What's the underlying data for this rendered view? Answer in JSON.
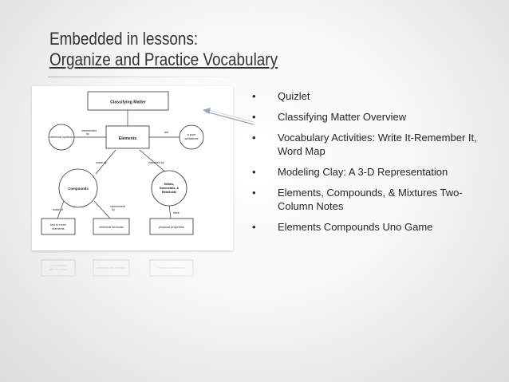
{
  "slide": {
    "title_line1": "Embedded in lessons:",
    "title_line2": "Organize and Practice Vocabulary"
  },
  "diagram": {
    "top_box": "Classifying Matter",
    "center_box": "Elements",
    "left_circle": "chemical symbols",
    "right_circle_line1": "a pure",
    "right_circle_line2": "substance",
    "compounds_circle": "Compounds",
    "metals_circle_line1": "Metals,",
    "metals_circle_line2": "Nonmetals, &",
    "metals_circle_line3": "Metalloids",
    "box_two_or_more_line1": "two or more",
    "box_two_or_more_line2": "elements",
    "box_chemical_formulas": "chemical formulas",
    "box_physical_properties": "physical properties",
    "label_represented_by_line1": "represented",
    "label_represented_by_line2": "by",
    "label_are": "are",
    "label_make_up": "make up",
    "label_classified_by": "classified by",
    "label_made_of": "made of",
    "label_represented_by2_line1": "represented",
    "label_represented_by2_line2": "by",
    "label_have": "have",
    "reflection_box1_line1": "represented",
    "reflection_box1_line2": "with its values",
    "reflection_box2": "elements and particles",
    "reflection_box3": "elements techniques"
  },
  "bullets": [
    "Quizlet",
    "Classifying Matter Overview",
    "Vocabulary Activities: Write It-Remember It, Word Map",
    "Modeling Clay: A 3-D Representation",
    "Elements, Compounds, & Mixtures Two-Column Notes",
    "Elements Compounds Uno Game"
  ],
  "bullet_marker": "•",
  "colors": {
    "text": "#262626",
    "arrow": "#9aa4b8",
    "box_stroke": "#333333"
  }
}
